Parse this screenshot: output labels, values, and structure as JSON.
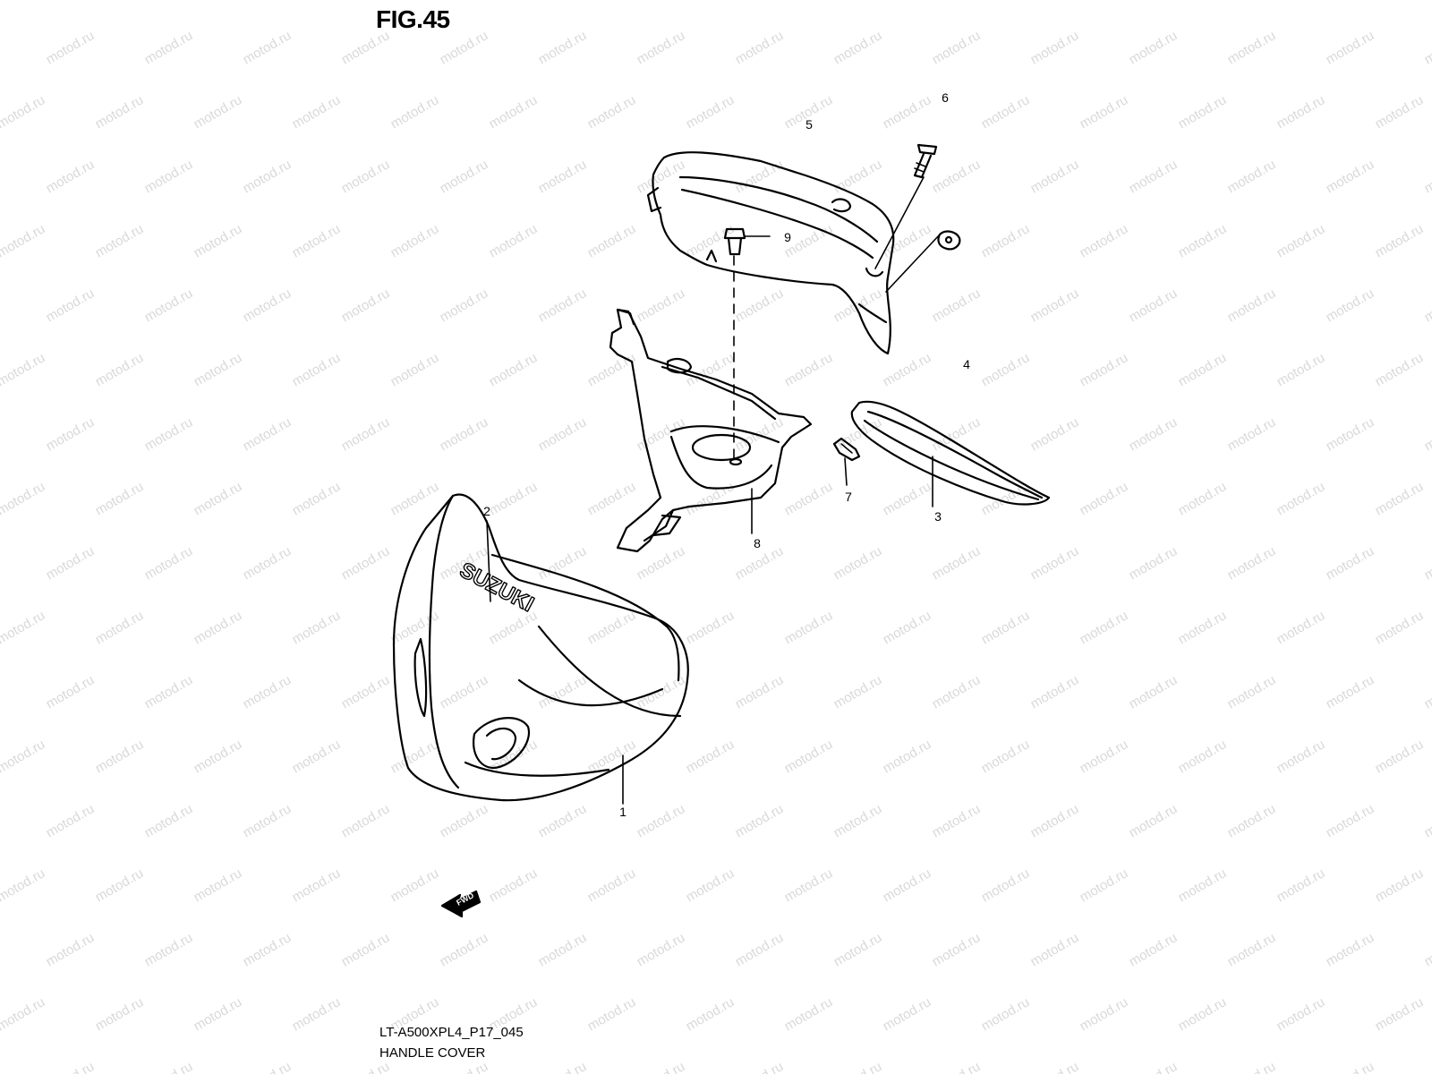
{
  "figure_title": "FIG.45",
  "footer": {
    "code": "LT-A500XPL4_P17_045",
    "name": "HANDLE COVER"
  },
  "watermark": "motod.ru",
  "logo_text": "SUZUKI",
  "fwd_label": "FWD",
  "callouts": [
    {
      "id": "1",
      "label": "1"
    },
    {
      "id": "2",
      "label": "2"
    },
    {
      "id": "3",
      "label": "3"
    },
    {
      "id": "4",
      "label": "4"
    },
    {
      "id": "5",
      "label": "5"
    },
    {
      "id": "6",
      "label": "6"
    },
    {
      "id": "7",
      "label": "7"
    },
    {
      "id": "8",
      "label": "8"
    },
    {
      "id": "9",
      "label": "9"
    }
  ],
  "colors": {
    "line": "#000000",
    "watermark": "#d9d9d9",
    "background": "#ffffff"
  }
}
